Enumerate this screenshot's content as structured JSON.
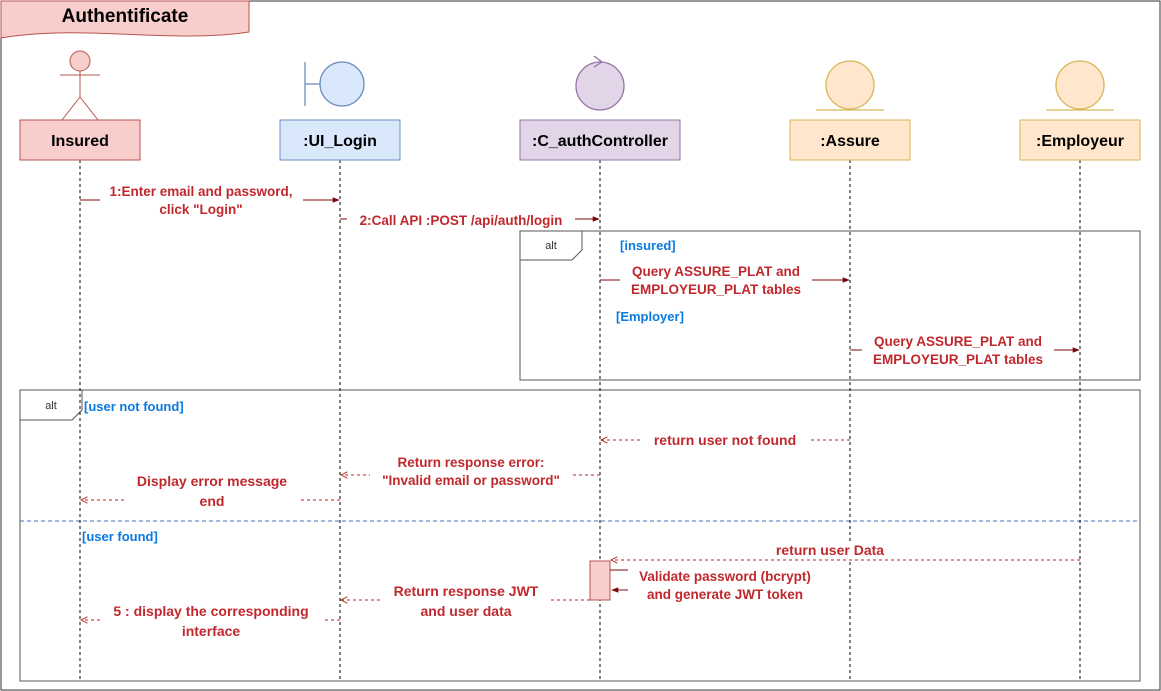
{
  "diagram": {
    "type": "sequence-diagram",
    "title": "Authentificate",
    "participants": [
      {
        "id": "insured",
        "label": "Insured",
        "kind": "actor"
      },
      {
        "id": "ui_login",
        "label": ":UI_Login",
        "kind": "boundary"
      },
      {
        "id": "controller",
        "label": ":C_authController",
        "kind": "control"
      },
      {
        "id": "assure",
        "label": ":Assure",
        "kind": "entity"
      },
      {
        "id": "employeur",
        "label": ":Employeur",
        "kind": "entity"
      }
    ],
    "messages": [
      {
        "id": "m1",
        "from": "insured",
        "to": "ui_login",
        "style": "solid",
        "lines": [
          "1:Enter email and password,",
          "click \"Login\""
        ]
      },
      {
        "id": "m2",
        "from": "ui_login",
        "to": "controller",
        "style": "solid",
        "lines": [
          "2:Call API :POST /api/auth/login"
        ]
      },
      {
        "id": "m3",
        "from": "controller",
        "to": "assure",
        "style": "solid",
        "lines": [
          "Query ASSURE_PLAT and",
          "EMPLOYEUR_PLAT tables"
        ]
      },
      {
        "id": "m4",
        "from": "assure",
        "to": "employeur",
        "style": "solid",
        "lines": [
          "Query ASSURE_PLAT and",
          "EMPLOYEUR_PLAT tables"
        ]
      },
      {
        "id": "m5",
        "from": "assure",
        "to": "controller",
        "style": "dashed",
        "lines": [
          "return user not found"
        ]
      },
      {
        "id": "m6",
        "from": "controller",
        "to": "ui_login",
        "style": "dashed",
        "lines": [
          "Return response error:",
          "\"Invalid email or password\""
        ]
      },
      {
        "id": "m7",
        "from": "ui_login",
        "to": "insured",
        "style": "dashed",
        "lines": [
          "Display error message",
          "end"
        ]
      },
      {
        "id": "m8",
        "from": "employeur",
        "to": "controller",
        "style": "dashed",
        "lines": [
          "return user Data"
        ]
      },
      {
        "id": "m9",
        "from": "controller",
        "to": "controller",
        "style": "solid",
        "lines": [
          "Validate password (bcrypt)",
          "and generate JWT token"
        ]
      },
      {
        "id": "m10",
        "from": "controller",
        "to": "ui_login",
        "style": "dashed",
        "lines": [
          "Return response JWT",
          "and user data"
        ]
      },
      {
        "id": "m11",
        "from": "ui_login",
        "to": "insured",
        "style": "dashed",
        "lines": [
          "5 : display the corresponding",
          "interface"
        ]
      }
    ],
    "fragments": [
      {
        "id": "alt1",
        "operator": "alt",
        "guards": [
          "[insured]",
          "[Employer]"
        ]
      },
      {
        "id": "alt2",
        "operator": "alt",
        "guards": [
          "[user not found]",
          "[user found]"
        ]
      }
    ],
    "colors": {
      "title_fill": "#f8cecc",
      "title_stroke": "#b85450",
      "actor_fill": "#f8cecc",
      "actor_stroke": "#b85450",
      "boundary_fill": "#dae8fc",
      "boundary_stroke": "#6c8ebf",
      "control_fill": "#e1d5e7",
      "control_stroke": "#9673a6",
      "entity_fill": "#ffe6cc",
      "entity_stroke": "#d6b656",
      "message_text": "#c0282d",
      "guard_text": "#0a7ae0",
      "separator": "#4a6fc4",
      "activation_fill": "#f8cecc"
    }
  }
}
